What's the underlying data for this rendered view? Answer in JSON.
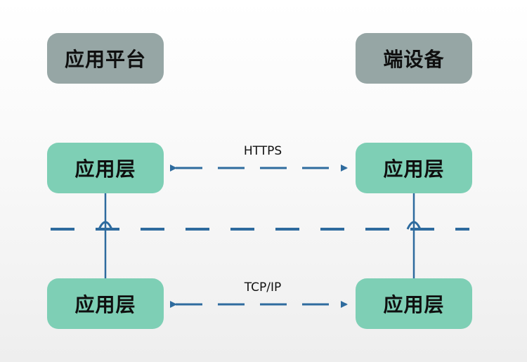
{
  "platform": {
    "title": "应用平台",
    "top_layer": "应用层",
    "bottom_layer": "应用层"
  },
  "device": {
    "title": "端设备",
    "top_layer": "应用层",
    "bottom_layer": "应用层"
  },
  "connections": {
    "top_protocol": "HTTPS",
    "bottom_protocol": "TCP/IP"
  },
  "colors": {
    "header_fill": "#96a6a5",
    "layer_fill": "#7ecfb5",
    "line": "#2e6b9e"
  }
}
